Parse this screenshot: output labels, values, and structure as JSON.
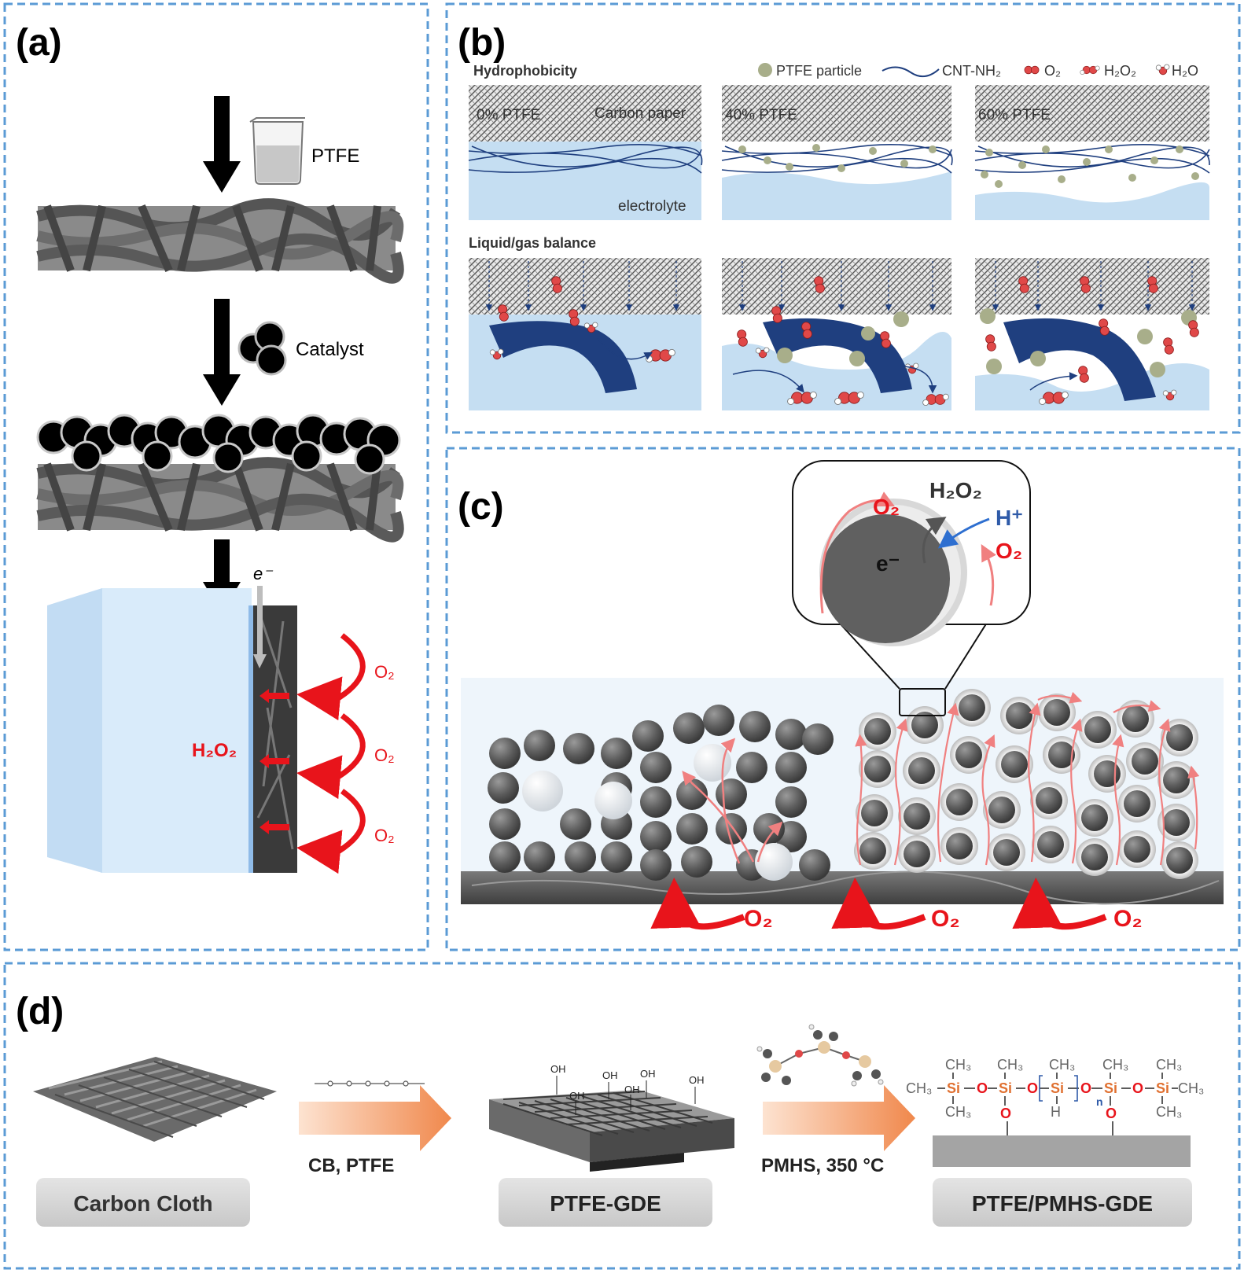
{
  "panels": {
    "a": {
      "label": "(a)",
      "ptfe_label": "PTFE",
      "catalyst_label": "Catalyst",
      "electron_label": "e⁻",
      "h2o2_label": "H₂O₂",
      "o2_labels": [
        "O₂",
        "O₂",
        "O₂"
      ]
    },
    "b": {
      "label": "(b)",
      "row1_title": "Hydrophobicity",
      "row2_title": "Liquid/gas balance",
      "legend": [
        "PTFE particle",
        "CNT-NH₂",
        "O₂",
        "H₂O₂",
        "H₂O"
      ],
      "columns": [
        "0% PTFE",
        "40% PTFE",
        "60% PTFE"
      ],
      "carbon_paper_label": "Carbon paper",
      "electrolyte_label": "electrolyte"
    },
    "c": {
      "label": "(c)",
      "inset_h2o2": "H₂O₂",
      "inset_hplus": "H⁺",
      "inset_o2_left": "O₂",
      "inset_o2_right": "O₂",
      "inset_electron": "e⁻",
      "bottom_o2_labels": [
        "O₂",
        "O₂",
        "O₂"
      ]
    },
    "d": {
      "label": "(d)",
      "step1": "Carbon Cloth",
      "step2": "PTFE-GDE",
      "step3": "PTFE/PMHS-GDE",
      "arrow1_label": "CB, PTFE",
      "arrow2_label": "PMHS, 350 °C",
      "oh_label": "OH",
      "chem": {
        "ch3": "CH₃",
        "si": "Si",
        "o": "O",
        "h": "H",
        "n": "n"
      }
    }
  },
  "colors": {
    "border": "#5b9bd5",
    "red": "#e8141b",
    "blue_text": "#2e5aa8",
    "electrolyte": "#c5def2",
    "cnt": "#1f3f7f",
    "ptfe_particle": "#a8ae8a"
  }
}
